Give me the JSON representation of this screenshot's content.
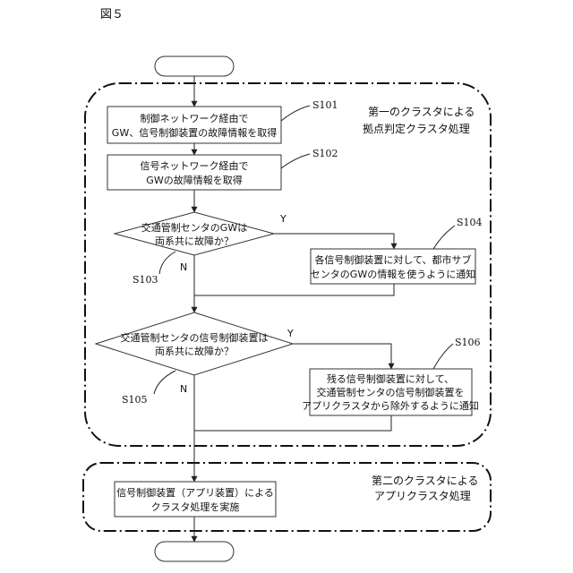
{
  "figure": {
    "label": "図５"
  },
  "group1": {
    "title_line1": "第一のクラスタによる",
    "title_line2": "拠点判定クラスタ処理"
  },
  "group2": {
    "title_line1": "第二のクラスタによる",
    "title_line2": "アプリクラスタ処理"
  },
  "steps": {
    "s101": {
      "ref": "S101",
      "line1": "制御ネットワーク経由で",
      "line2": "GW、信号制御装置の故障情報を取得"
    },
    "s102": {
      "ref": "S102",
      "line1": "信号ネットワーク経由で",
      "line2": "GWの故障情報を取得"
    },
    "s103": {
      "ref": "S103",
      "line1": "交通管制センタのGWは",
      "line2": "両系共に故障か？",
      "yes": "Y",
      "no": "N"
    },
    "s104": {
      "ref": "S104",
      "line1": "各信号制御装置に対して、都市サブ",
      "line2": "センタのGWの情報を使うように通知"
    },
    "s105": {
      "ref": "S105",
      "line1": "交通管制センタの信号制御装置は",
      "line2": "両系共に故障か？",
      "yes": "Y",
      "no": "N"
    },
    "s106": {
      "ref": "S106",
      "line1": "残る信号制御装置に対して、",
      "line2": "交通管制センタの信号制御装置を",
      "line3": "アプリクラスタから除外するように通知"
    },
    "s107": {
      "line1": "信号制御装置（アプリ装置）による",
      "line2": "クラスタ処理を実施"
    }
  }
}
